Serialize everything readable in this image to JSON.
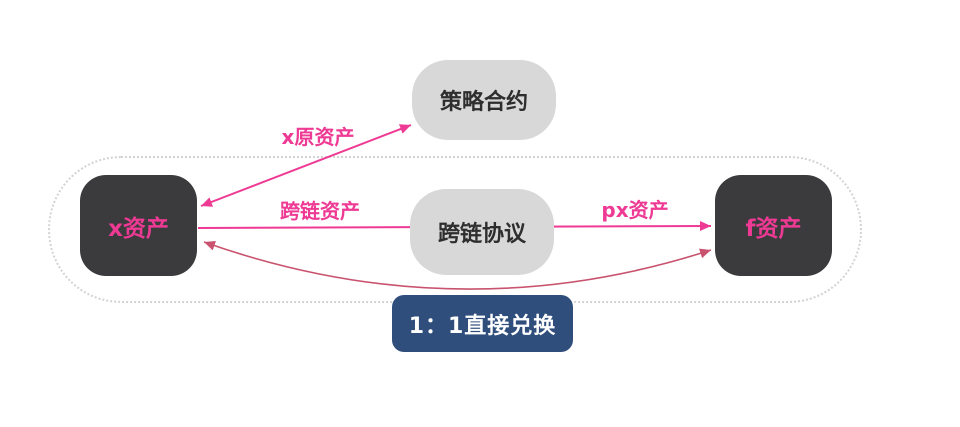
{
  "nodes": {
    "strategy": {
      "label": "策略合约"
    },
    "protocol": {
      "label": "跨链协议"
    },
    "asset_x": {
      "label": "x资产"
    },
    "asset_f": {
      "label": "f资产"
    }
  },
  "badge": {
    "label": "1：1直接兑换"
  },
  "edges": {
    "asset_to_strategy": {
      "label": "x原资产",
      "from": "x资产",
      "to": "策略合约",
      "direction": "bidirectional"
    },
    "cross_chain": {
      "label_left": "跨链资产",
      "label_right": "px资产",
      "from": "x资产",
      "to": "f资产",
      "direction": "left-to-right"
    },
    "direct_swap_curve": {
      "from": "x资产",
      "to": "f资产",
      "direction": "bidirectional"
    }
  },
  "colors": {
    "dark_node": "#3b3b3d",
    "gray_node": "#d8d8d8",
    "badge_blue": "#2f4e7c",
    "accent_pink": "#ee3a94",
    "curve_rose": "#c9536f",
    "dotted_border": "#d3d3d3",
    "node_text_dark": "#2e2e2e"
  }
}
